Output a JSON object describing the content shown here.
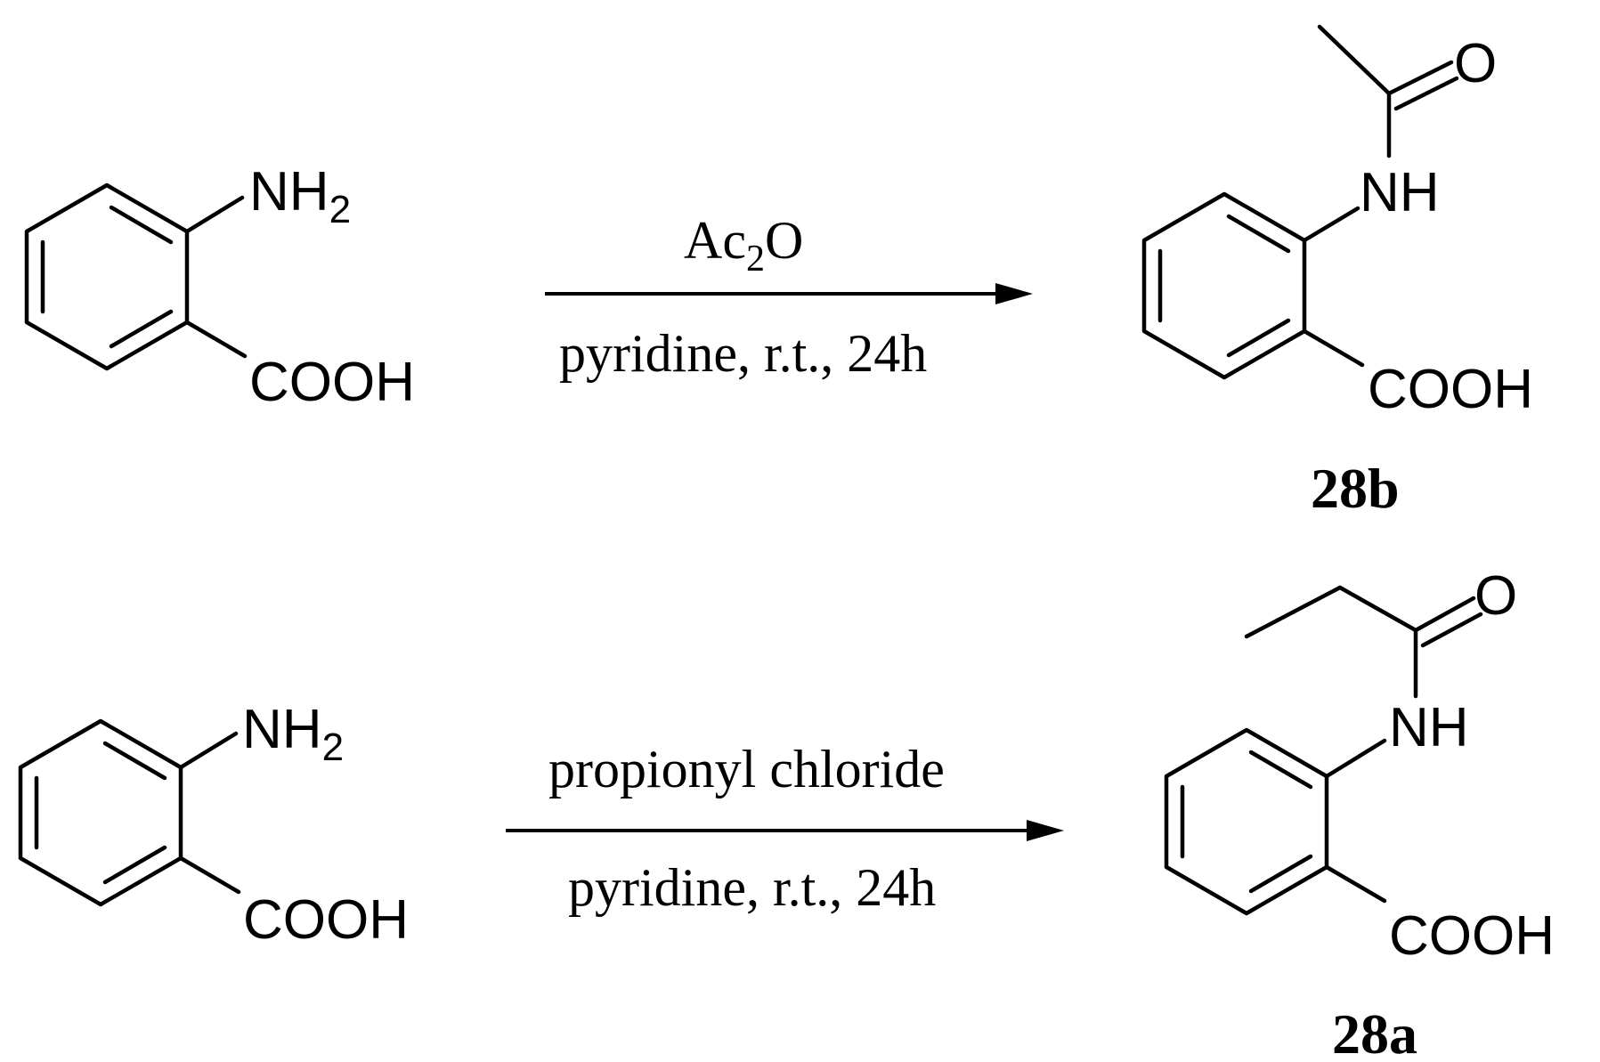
{
  "reactions": [
    {
      "reactant": {
        "amine": "NH",
        "amine_sub": "2",
        "acid": "COOH"
      },
      "reagent": {
        "main": "Ac",
        "sub": "2",
        "tail": "O"
      },
      "conditions": "pyridine, r.t., 24h",
      "product": {
        "oxygen": "O",
        "amide": "NH",
        "acid": "COOH",
        "label": "28b"
      }
    },
    {
      "reactant": {
        "amine": "NH",
        "amine_sub": "2",
        "acid": "COOH"
      },
      "reagent": {
        "main": "propionyl chloride"
      },
      "conditions": "pyridine, r.t., 24h",
      "product": {
        "oxygen": "O",
        "amide": "NH",
        "acid": "COOH",
        "label": "28a"
      }
    }
  ]
}
